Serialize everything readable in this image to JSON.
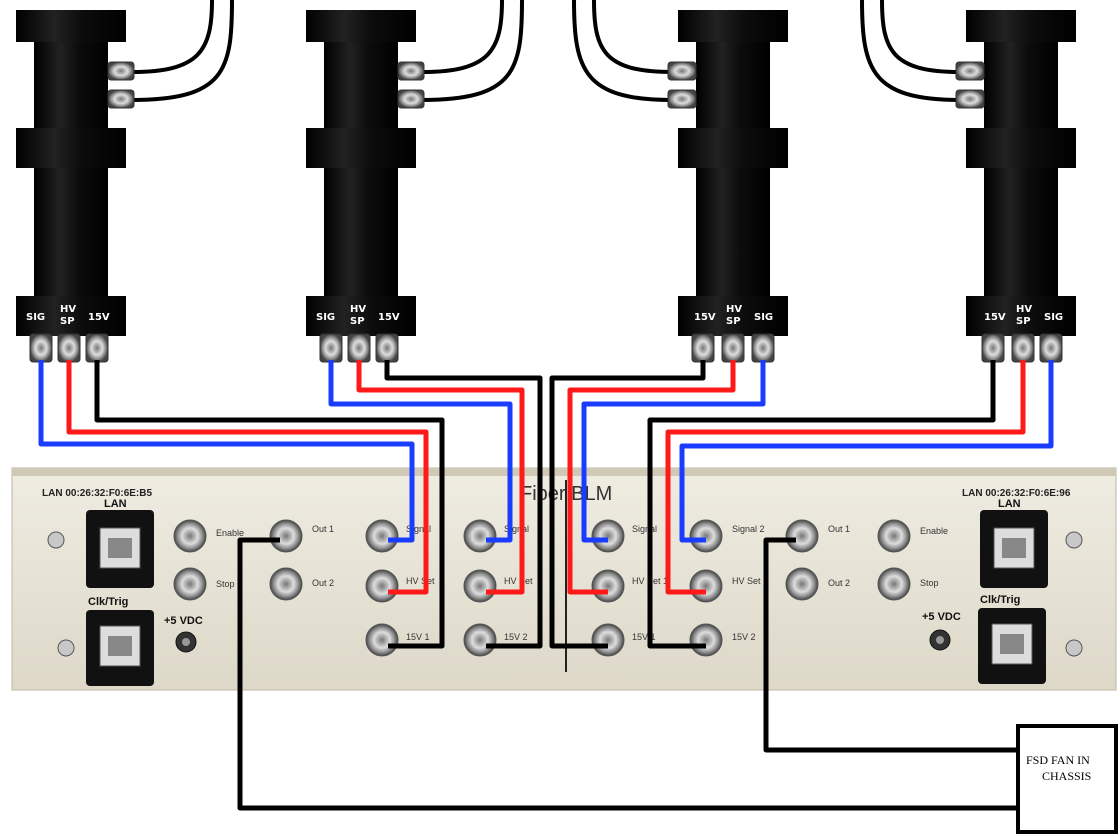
{
  "panel": {
    "title": "Fiber BLM",
    "mac_left": "LAN 00:26:32:F0:6E:B5",
    "mac_right": "LAN 00:26:32:F0:6E:96",
    "lan_label": "LAN",
    "clk_label": "Clk/Trig",
    "vdc_label": "+5 VDC",
    "labels": {
      "enable": "Enable",
      "stop": "Stop",
      "out1": "Out 1",
      "out2": "Out 2",
      "signal": "Signal",
      "signal2": "Signal 2",
      "hvset": "HV Set",
      "hvset1": "HV Set 1",
      "hvset2": "HV Set 2",
      "v15_1": "15V 1",
      "v15_2": "15V 2"
    }
  },
  "tubes": {
    "sig": "SIG",
    "hv": "HV",
    "sp": "SP",
    "v15": "15V"
  },
  "fsd": {
    "line1": "FSD FAN IN",
    "line2": "CHASSIS"
  },
  "colors": {
    "signal_cable": "#1a3cff",
    "hv_cable": "#ff1a1a",
    "power_cable": "#000000",
    "panel": "#e6e2d4",
    "tube": "#0a0a0a"
  }
}
